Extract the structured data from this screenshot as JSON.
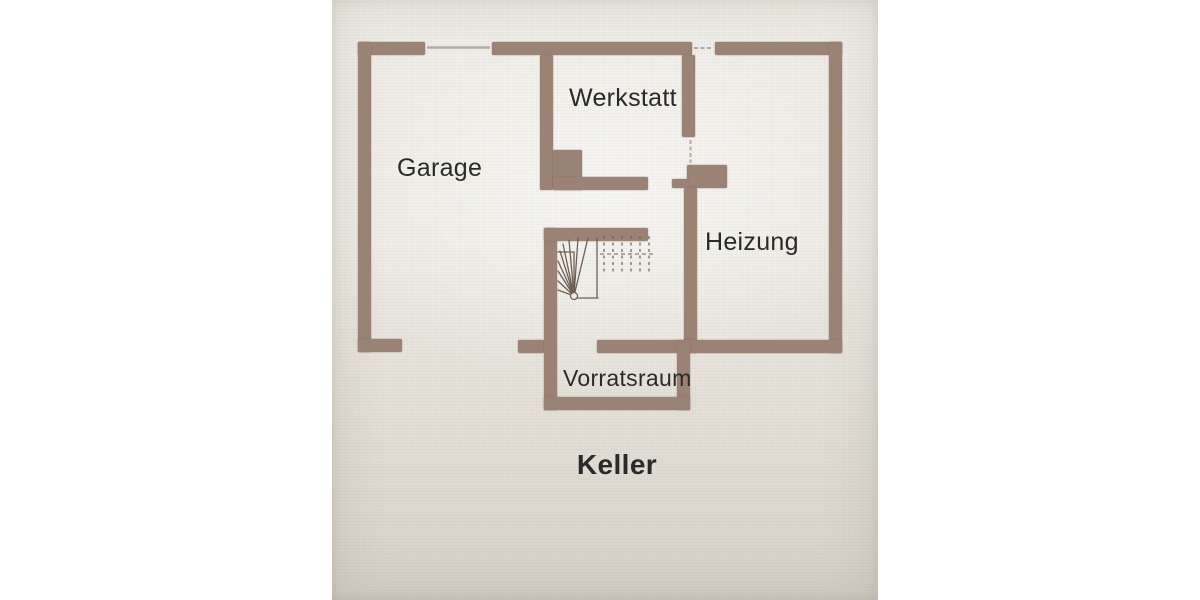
{
  "floor_label": "Keller",
  "rooms": {
    "garage": "Garage",
    "werkstatt": "Werkstatt",
    "heizung": "Heizung",
    "vorratsraum": "Vorratsraum"
  },
  "symbols": {
    "staircase": "winder-staircase",
    "garage_door": "garage-door-opening",
    "heizung_door": "door-opening",
    "top_opening": "door-opening"
  },
  "colors": {
    "paper": "#eceae3",
    "paper_edge": "#d6d1c9",
    "wall": "#9a8274",
    "stair_line": "#6f6056",
    "door_line": "#b5aca0",
    "text": "#2a2a28",
    "page": "#ffffff"
  }
}
